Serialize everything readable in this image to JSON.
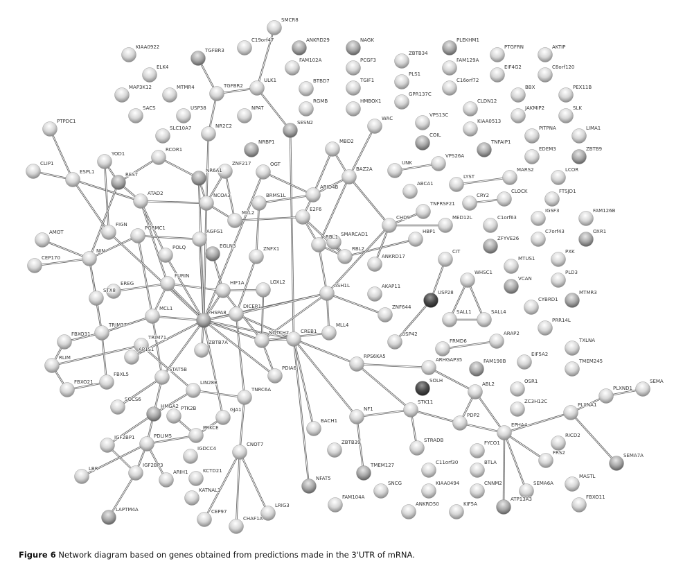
{
  "caption": {
    "figure": "Figure 6",
    "text": "Network diagram based on genes obtained from predictions made in the 3'UTR of mRNA."
  },
  "colors": {
    "node_light": "#f2f2f2",
    "node_mid": "#a8a8a8",
    "node_dark": "#4a4a4a",
    "edge": "#666666"
  },
  "nodes": [
    {
      "label": "SMCR8"
    },
    {
      "label": "C19orf47"
    },
    {
      "label": "ANKRD29",
      "shade": "mid"
    },
    {
      "label": "KIAA0922"
    },
    {
      "label": "TGFBR3",
      "shade": "mid"
    },
    {
      "label": "FAM102A"
    },
    {
      "label": "ELK4"
    },
    {
      "label": "ULK1"
    },
    {
      "label": "TGFBR2"
    },
    {
      "label": "MAP3K12"
    },
    {
      "label": "MTMR4"
    },
    {
      "label": "BTBD7"
    },
    {
      "label": "RGMB"
    },
    {
      "label": "SACS"
    },
    {
      "label": "USP38"
    },
    {
      "label": "NPAT"
    },
    {
      "label": "SESN2",
      "shade": "mid"
    },
    {
      "label": "SLC10A7"
    },
    {
      "label": "NR2C2"
    },
    {
      "label": "PTPDC1"
    },
    {
      "label": "NRBP1",
      "shade": "mid"
    },
    {
      "label": "RCOR1"
    },
    {
      "label": "YOD1"
    },
    {
      "label": "CLIP1"
    },
    {
      "label": "ESPL1"
    },
    {
      "label": "REST",
      "shade": "mid"
    },
    {
      "label": "NR6A1",
      "shade": "mid"
    },
    {
      "label": "ZNF217"
    },
    {
      "label": "OGT"
    },
    {
      "label": "ARID4B"
    },
    {
      "label": "MBD2"
    },
    {
      "label": "NAGK",
      "shade": "mid"
    },
    {
      "label": "PCGF3"
    },
    {
      "label": "TGIF1"
    },
    {
      "label": "HMBOX1"
    },
    {
      "label": "WAC"
    },
    {
      "label": "ZBTB34"
    },
    {
      "label": "PLS1"
    },
    {
      "label": "GPR137C"
    },
    {
      "label": "PLEKHM1",
      "shade": "mid"
    },
    {
      "label": "FAM129A"
    },
    {
      "label": "C16orf72"
    },
    {
      "label": "PTGFRN"
    },
    {
      "label": "EIF4G2"
    },
    {
      "label": "AKTIP"
    },
    {
      "label": "C6orf120"
    },
    {
      "label": "BBX"
    },
    {
      "label": "PEX11B"
    },
    {
      "label": "JAKMIP2"
    },
    {
      "label": "SLK"
    },
    {
      "label": "CLDN12"
    },
    {
      "label": "VPS13C"
    },
    {
      "label": "KIAA0513"
    },
    {
      "label": "COIL",
      "shade": "mid"
    },
    {
      "label": "TNFAIP1",
      "shade": "mid"
    },
    {
      "label": "PITPNA"
    },
    {
      "label": "LIMA1"
    },
    {
      "label": "EDEM3"
    },
    {
      "label": "ZBTB9",
      "shade": "mid"
    },
    {
      "label": "UNK"
    },
    {
      "label": "VPS26A"
    },
    {
      "label": "BAZ2A"
    },
    {
      "label": "ABCA1"
    },
    {
      "label": "LYST"
    },
    {
      "label": "MARS2"
    },
    {
      "label": "LCOR"
    },
    {
      "label": "CRY2"
    },
    {
      "label": "CLOCK"
    },
    {
      "label": "FTSJD1"
    },
    {
      "label": "TNFRSF21"
    },
    {
      "label": "CHD9"
    },
    {
      "label": "MED12L"
    },
    {
      "label": "IGSF3"
    },
    {
      "label": "FAM126B"
    },
    {
      "label": "C1orf63"
    },
    {
      "label": "HBP1"
    },
    {
      "label": "C7orf43"
    },
    {
      "label": "OXR1",
      "shade": "mid"
    },
    {
      "label": "ZFYVE26",
      "shade": "mid"
    },
    {
      "label": "SMARCAD1"
    },
    {
      "label": "RBL2"
    },
    {
      "label": "CIT"
    },
    {
      "label": "PXK"
    },
    {
      "label": "MTUS1"
    },
    {
      "label": "ANKRD17"
    },
    {
      "label": "WHSC1"
    },
    {
      "label": "PLD3"
    },
    {
      "label": "VCAN",
      "shade": "mid"
    },
    {
      "label": "AKAP11"
    },
    {
      "label": "ASH1L"
    },
    {
      "label": "USP28",
      "shade": "dark"
    },
    {
      "label": "MTMR3",
      "shade": "mid"
    },
    {
      "label": "ZNF644"
    },
    {
      "label": "CYBRD1"
    },
    {
      "label": "SALL1"
    },
    {
      "label": "SALL4"
    },
    {
      "label": "MLL4"
    },
    {
      "label": "PRR14L"
    },
    {
      "label": "USP42"
    },
    {
      "label": "ARAP2"
    },
    {
      "label": "FRMD6"
    },
    {
      "label": "TXLNA"
    },
    {
      "label": "EIF5A2"
    },
    {
      "label": "TMEM245"
    },
    {
      "label": "ARHGAP35"
    },
    {
      "label": "FAM190B",
      "shade": "mid"
    },
    {
      "label": "RPS6KA5"
    },
    {
      "label": "SOLH",
      "shade": "dark"
    },
    {
      "label": "ABL2"
    },
    {
      "label": "OSR1"
    },
    {
      "label": "ZC3H12C"
    },
    {
      "label": "PLXND1"
    },
    {
      "label": "SEMA"
    },
    {
      "label": "PLXNA1"
    },
    {
      "label": "STK11"
    },
    {
      "label": "NF1"
    },
    {
      "label": "PDP2"
    },
    {
      "label": "EPHA4"
    },
    {
      "label": "ZBTB39"
    },
    {
      "label": "STRADB"
    },
    {
      "label": "FYCO1"
    },
    {
      "label": "RICD2"
    },
    {
      "label": "FRS2"
    },
    {
      "label": "SEMA7A",
      "shade": "mid"
    },
    {
      "label": "TMEM127",
      "shade": "mid"
    },
    {
      "label": "C11orf30"
    },
    {
      "label": "BTLA"
    },
    {
      "label": "MASTL"
    },
    {
      "label": "SNCG"
    },
    {
      "label": "KIAA0494"
    },
    {
      "label": "CNNM2"
    },
    {
      "label": "SEMA6A"
    },
    {
      "label": "FAM104A"
    },
    {
      "label": "ANKRD50"
    },
    {
      "label": "KIF5A"
    },
    {
      "label": "ATP13A3",
      "shade": "mid"
    },
    {
      "label": "FBXO11"
    },
    {
      "label": "NFAT5",
      "shade": "mid"
    },
    {
      "label": "BACH1"
    },
    {
      "label": "CNOT7"
    },
    {
      "label": "CEP97"
    },
    {
      "label": "CHAF1A"
    },
    {
      "label": "LRIG3"
    },
    {
      "label": "LAPTM4A",
      "shade": "mid"
    },
    {
      "label": "LBR"
    },
    {
      "label": "IGF2BP3"
    },
    {
      "label": "ARIH1"
    },
    {
      "label": "KCTD21"
    },
    {
      "label": "KATNAL1"
    },
    {
      "label": "IGF2BP1"
    },
    {
      "label": "PDLIM5"
    },
    {
      "label": "IGDCC4"
    },
    {
      "label": "PRKCE"
    },
    {
      "label": "PTK2B"
    },
    {
      "label": "HMGA2",
      "shade": "mid"
    },
    {
      "label": "GJA1"
    },
    {
      "label": "TNRC6A"
    },
    {
      "label": "SOCS6"
    },
    {
      "label": "LIN28B"
    },
    {
      "label": "STAT5B"
    },
    {
      "label": "FBXO21"
    },
    {
      "label": "FBXL5"
    },
    {
      "label": "RLIM"
    },
    {
      "label": "FBXO31"
    },
    {
      "label": "TRIM71"
    },
    {
      "label": "AP1S1"
    },
    {
      "label": "TRIM37"
    },
    {
      "label": "MCL1"
    },
    {
      "label": "ZBTB7A"
    },
    {
      "label": "HSPA8",
      "shade": "mid"
    },
    {
      "label": "DICER1"
    },
    {
      "label": "PDIA6"
    },
    {
      "label": "NOTCH2"
    },
    {
      "label": "CREB1"
    },
    {
      "label": "STX8"
    },
    {
      "label": "EREG"
    },
    {
      "label": "FURIN"
    },
    {
      "label": "HIF1A"
    },
    {
      "label": "LOXL2"
    },
    {
      "label": "NIN"
    },
    {
      "label": "CEP170"
    },
    {
      "label": "AMOT"
    },
    {
      "label": "FIGN"
    },
    {
      "label": "PGRMC1"
    },
    {
      "label": "AGFG1"
    },
    {
      "label": "EGLN3",
      "shade": "mid"
    },
    {
      "label": "POLQ"
    },
    {
      "label": "ZNFX1"
    },
    {
      "label": "NCOA3"
    },
    {
      "label": "BRMS1L"
    },
    {
      "label": "MLL2"
    },
    {
      "label": "E2F6"
    },
    {
      "label": "RBL1"
    },
    {
      "label": "ATAD2"
    }
  ],
  "edges": [
    [
      "SMCR8",
      "ULK1"
    ],
    [
      "TGFBR3",
      "TGFBR2"
    ],
    [
      "TGFBR2",
      "ULK1"
    ],
    [
      "TGFBR2",
      "NR2C2"
    ],
    [
      "ULK1",
      "SESN2"
    ],
    [
      "SESN2",
      "CREB1"
    ],
    [
      "NR2C2",
      "NCOA3"
    ],
    [
      "PTPDC1",
      "ESPL1"
    ],
    [
      "CLIP1",
      "ESPL1"
    ],
    [
      "ESPL1",
      "ATAD2"
    ],
    [
      "ESPL1",
      "FIGN"
    ],
    [
      "YOD1",
      "REST"
    ],
    [
      "YOD1",
      "FIGN"
    ],
    [
      "REST",
      "RCOR1"
    ],
    [
      "RCOR1",
      "NR6A1"
    ],
    [
      "REST",
      "ATAD2"
    ],
    [
      "REST",
      "NIN"
    ],
    [
      "NR6A1",
      "NCOA3"
    ],
    [
      "ZNF217",
      "NCOA3"
    ],
    [
      "ZNF217",
      "MLL2"
    ],
    [
      "OGT",
      "ARID4B"
    ],
    [
      "OGT",
      "HSPA8"
    ],
    [
      "ARID4B",
      "BAZ2A"
    ],
    [
      "ARID4B",
      "BRMS1L"
    ],
    [
      "ARID4B",
      "E2F6"
    ],
    [
      "MBD2",
      "BAZ2A"
    ],
    [
      "MBD2",
      "ARID4B"
    ],
    [
      "WAC",
      "BAZ2A"
    ],
    [
      "BAZ2A",
      "CHD9"
    ],
    [
      "BAZ2A",
      "RBL1"
    ],
    [
      "UNK",
      "VPS26A"
    ],
    [
      "LYST",
      "MARS2"
    ],
    [
      "CRY2",
      "CLOCK"
    ],
    [
      "CHD9",
      "TNFRSF21"
    ],
    [
      "CHD9",
      "MED12L"
    ],
    [
      "HBP1",
      "RBL2"
    ],
    [
      "CHD9",
      "ANKRD17"
    ],
    [
      "CHD9",
      "ASH1L"
    ],
    [
      "ASH1L",
      "ZNF644"
    ],
    [
      "ASH1L",
      "MLL4"
    ],
    [
      "ASH1L",
      "HSPA8"
    ],
    [
      "ASH1L",
      "RBL1"
    ],
    [
      "ASH1L",
      "NOTCH2"
    ],
    [
      "CIT",
      "USP28"
    ],
    [
      "USP28",
      "USP42"
    ],
    [
      "WHSC1",
      "SALL1"
    ],
    [
      "WHSC1",
      "SALL4"
    ],
    [
      "SALL1",
      "SALL4"
    ],
    [
      "FRMD6",
      "ARAP2"
    ],
    [
      "RPS6KA5",
      "ARHGAP35"
    ],
    [
      "RPS6KA5",
      "CREB1"
    ],
    [
      "RPS6KA5",
      "STK11"
    ],
    [
      "ARHGAP35",
      "ABL2"
    ],
    [
      "ABL2",
      "PDP2"
    ],
    [
      "ABL2",
      "EPHA4"
    ],
    [
      "STK11",
      "NF1"
    ],
    [
      "STK11",
      "PDP2"
    ],
    [
      "STK11",
      "STRADB"
    ],
    [
      "PDP2",
      "EPHA4"
    ],
    [
      "EPHA4",
      "PLXNA1"
    ],
    [
      "EPHA4",
      "FRS2"
    ],
    [
      "EPHA4",
      "SEMA6A"
    ],
    [
      "EPHA4",
      "ATP13A3"
    ],
    [
      "PLXNA1",
      "PLXND1"
    ],
    [
      "PLXND1",
      "SEMA"
    ],
    [
      "PLXNA1",
      "SEMA7A"
    ],
    [
      "NF1",
      "TMEM127"
    ],
    [
      "NF1",
      "CREB1"
    ],
    [
      "CREB1",
      "NFAT5"
    ],
    [
      "CREB1",
      "BACH1"
    ],
    [
      "CREB1",
      "NOTCH2"
    ],
    [
      "CREB1",
      "HSPA8"
    ],
    [
      "CREB1",
      "DICER1"
    ],
    [
      "CNOT7",
      "TNRC6A"
    ],
    [
      "CNOT7",
      "CEP97"
    ],
    [
      "CNOT7",
      "CHAF1A"
    ],
    [
      "CNOT7",
      "LRIG3"
    ],
    [
      "TNRC6A",
      "DICER1"
    ],
    [
      "TNRC6A",
      "LIN28B"
    ],
    [
      "IGF2BP1",
      "IGF2BP3"
    ],
    [
      "IGF2BP3",
      "LAPTM4A"
    ],
    [
      "IGF2BP3",
      "PDLIM5"
    ],
    [
      "PDLIM5",
      "ARIH1"
    ],
    [
      "PDLIM5",
      "PRKCE"
    ],
    [
      "PDLIM5",
      "HMGA2"
    ],
    [
      "PDLIM5",
      "LBR"
    ],
    [
      "PTK2B",
      "PRKCE"
    ],
    [
      "HMGA2",
      "IGF2BP1"
    ],
    [
      "HMGA2",
      "LIN28B"
    ],
    [
      "HMGA2",
      "STAT5B"
    ],
    [
      "STAT5B",
      "SOCS6"
    ],
    [
      "STAT5B",
      "HSPA8"
    ],
    [
      "STAT5B",
      "MCL1"
    ],
    [
      "GJA1",
      "PRKCE"
    ],
    [
      "GJA1",
      "HSPA8"
    ],
    [
      "FBXO21",
      "FBXL5"
    ],
    [
      "FBXO21",
      "RLIM"
    ],
    [
      "FBXO31",
      "TRIM37"
    ],
    [
      "RLIM",
      "TRIM71"
    ],
    [
      "TRIM37",
      "MCL1"
    ],
    [
      "TRIM37",
      "STX8"
    ],
    [
      "TRIM37",
      "FBXL5"
    ],
    [
      "TRIM71",
      "LIN28B"
    ],
    [
      "AP1S1",
      "HSPA8"
    ],
    [
      "MCL1",
      "HSPA8"
    ],
    [
      "MCL1",
      "FURIN"
    ],
    [
      "FURIN",
      "HSPA8"
    ],
    [
      "FURIN",
      "EREG"
    ],
    [
      "FURIN",
      "ATAD2"
    ],
    [
      "HIF1A",
      "HSPA8"
    ],
    [
      "HIF1A",
      "EGLN3"
    ],
    [
      "HIF1A",
      "NOTCH2"
    ],
    [
      "HIF1A",
      "FURIN"
    ],
    [
      "LOXL2",
      "HIF1A"
    ],
    [
      "LOXL2",
      "NOTCH2"
    ],
    [
      "DICER1",
      "HSPA8"
    ],
    [
      "NOTCH2",
      "HSPA8"
    ],
    [
      "ZBTB7A",
      "HSPA8"
    ],
    [
      "PDIA6",
      "HSPA8"
    ],
    [
      "PDIA6",
      "NOTCH2"
    ],
    [
      "NIN",
      "AMOT"
    ],
    [
      "NIN",
      "CEP170"
    ],
    [
      "NIN",
      "STX8"
    ],
    [
      "NIN",
      "PGRMC1"
    ],
    [
      "NIN",
      "TRIM37"
    ],
    [
      "PGRMC1",
      "AGFG1"
    ],
    [
      "PGRMC1",
      "MCL1"
    ],
    [
      "POLQ",
      "HSPA8"
    ],
    [
      "POLQ",
      "ATAD2"
    ],
    [
      "ATAD2",
      "NCOA3"
    ],
    [
      "NCOA3",
      "MLL2"
    ],
    [
      "NCOA3",
      "HSPA8"
    ],
    [
      "MLL2",
      "E2F6"
    ],
    [
      "BRMS1L",
      "ZNFX1"
    ],
    [
      "ZNFX1",
      "DICER1"
    ],
    [
      "AGFG1",
      "HSPA8"
    ],
    [
      "E2F6",
      "RBL1"
    ],
    [
      "RBL1",
      "RBL2"
    ],
    [
      "SMARCAD1",
      "RBL2"
    ],
    [
      "DICER1",
      "ASH1L"
    ],
    [
      "E2F6",
      "RBL2"
    ],
    [
      "FIGN",
      "HSPA8"
    ],
    [
      "NR6A1",
      "HSPA8"
    ],
    [
      "FBXO31",
      "RLIM"
    ],
    [
      "MLL4",
      "NOTCH2"
    ]
  ]
}
